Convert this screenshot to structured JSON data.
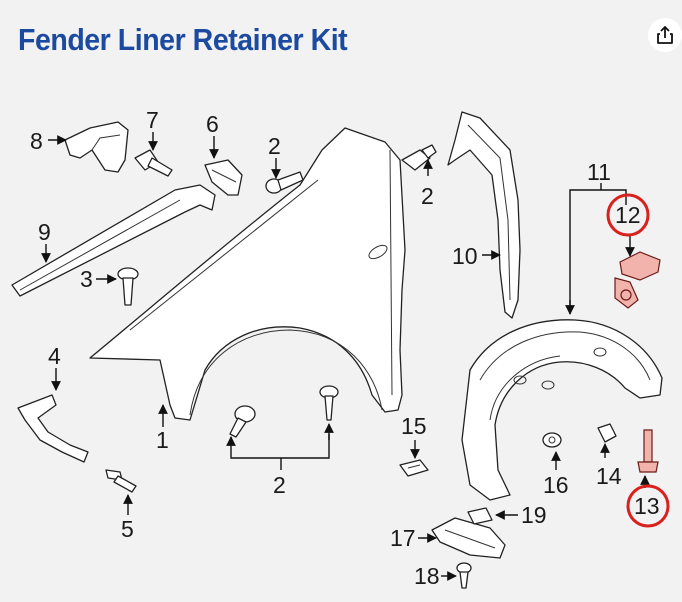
{
  "title": "Fender Liner Retainer Kit",
  "icons": {
    "share": "share-icon"
  },
  "colors": {
    "title": "#1c4aa0",
    "highlight": "#d8201c",
    "highlighted_part": "#f2b3ad"
  },
  "callouts": {
    "c1": "1",
    "c2a": "2",
    "c2b": "2",
    "c2c": "2",
    "c3": "3",
    "c4": "4",
    "c5": "5",
    "c6": "6",
    "c7": "7",
    "c8": "8",
    "c9": "9",
    "c10": "10",
    "c11": "11",
    "c12": "12",
    "c13": "13",
    "c14": "14",
    "c15": "15",
    "c16": "16",
    "c17": "17",
    "c18": "18",
    "c19": "19"
  },
  "highlighted_callouts": [
    "12",
    "13"
  ]
}
